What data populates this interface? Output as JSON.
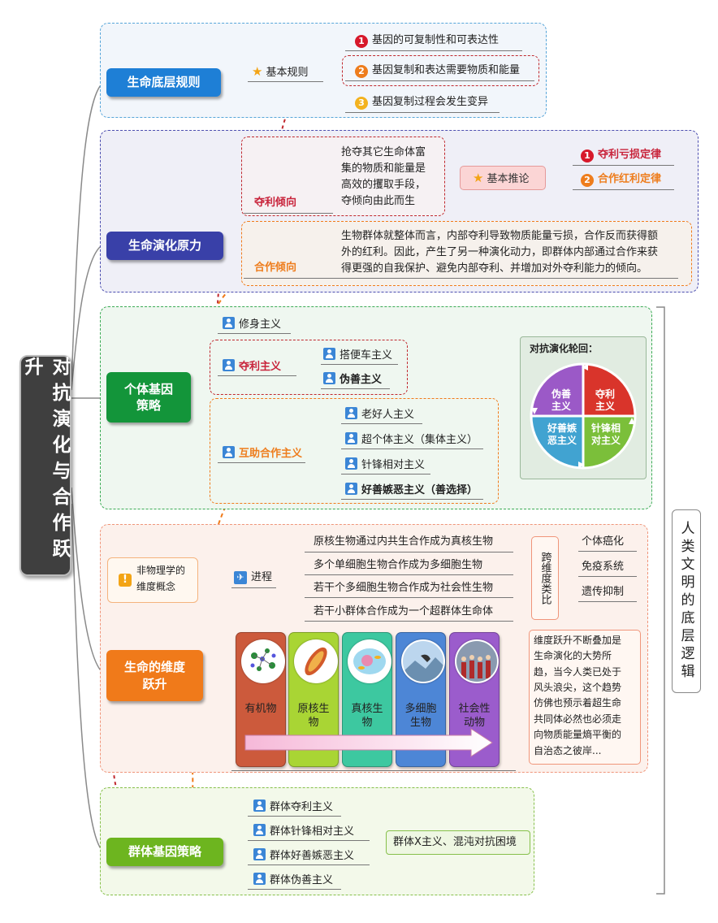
{
  "title": "对抗演化与合作跃升",
  "side_label": "人类文明的底层逻辑",
  "s1": {
    "header": "生命底层规则",
    "branch": "基本规则",
    "items": [
      {
        "n": "1",
        "text": "基因的可复制性和可表达性"
      },
      {
        "n": "2",
        "text": "基因复制和表达需要物质和能量"
      },
      {
        "n": "3",
        "text": "基因复制过程会发生变异"
      }
    ]
  },
  "s2": {
    "header": "生命演化原力",
    "dq_label": "夺利倾向",
    "dq_text": [
      "抢夺其它生命体富",
      "集的物质和能量是",
      "高效的攫取手段，",
      "夺倾向由此而生"
    ],
    "hz_label": "合作倾向",
    "hz_text": [
      "生物群体就整体而言，内部夺利导致物质能量亏损，合作反而获得额",
      "外的红利。因此，产生了另一种演化动力，即群体内部通过合作来获",
      "得更强的自我保护、避免内部夺利、并增加对外夺利能力的倾向。"
    ],
    "tuilun": "基本推论",
    "laws": [
      {
        "n": "1",
        "text": "夺利亏损定律"
      },
      {
        "n": "2",
        "text": "合作红利定律"
      }
    ]
  },
  "s3": {
    "header": "个体基因策略",
    "xiushen": "修身主义",
    "duoli": "夺利主义",
    "duoli_items": [
      "搭便车主义",
      "伪善主义"
    ],
    "huzhu": "互助合作主义",
    "huzhu_items": [
      "老好人主义",
      "超个体主义（集体主义）",
      "针锋相对主义",
      "好善嫉恶主义（善选择）"
    ],
    "wheel": {
      "title": "对抗演化轮回：",
      "q1": "伪善主义",
      "q2": "夺利主义",
      "q3": "好善嫉恶主义",
      "q4": "针锋相对主义"
    }
  },
  "s4": {
    "header": "生命的维度跃升",
    "note": [
      "非物理学的",
      "维度概念"
    ],
    "jincheng": "进程",
    "steps": [
      "原核生物通过内共生合作成为真核生物",
      "多个单细胞生物合作成为多细胞生物",
      "若干个多细胞生物合作成为社会性生物",
      "若干小群体合作成为一个超群体生命体"
    ],
    "kua": "跨维度类比",
    "analogs": [
      "个体癌化",
      "免疫系统",
      "遗传抑制"
    ],
    "cards": [
      {
        "label": "有机物",
        "color": "#cc5a3c"
      },
      {
        "label": "原核生物",
        "color": "#a9d534"
      },
      {
        "label": "真核生物",
        "color": "#3dc8a0"
      },
      {
        "label": "多细胞生物",
        "color": "#4d86d6"
      },
      {
        "label": "社会性动物",
        "color": "#9b5ccc"
      }
    ],
    "desc": [
      "维度跃升不断叠加是",
      "生命演化的大势所",
      "趋，当今人类已处于",
      "风头浪尖，这个趋势",
      "仿佛也预示着超生命",
      "共同体必然也必须走",
      "向物质能量熵平衡的",
      "自治态之彼岸..."
    ]
  },
  "s5": {
    "header": "群体基因策略",
    "items": [
      "群体夺利主义",
      "群体针锋相对主义",
      "群体好善嫉恶主义",
      "群体伪善主义"
    ],
    "summary": "群体X主义、混沌对抗困境"
  },
  "colors": {
    "blue": "#1e7fd6",
    "indigo": "#3940a8",
    "green": "#13953a",
    "orange": "#f07a1a",
    "lime": "#6db51f",
    "red": "#c8243b",
    "orange_accent": "#ee7d1d"
  }
}
